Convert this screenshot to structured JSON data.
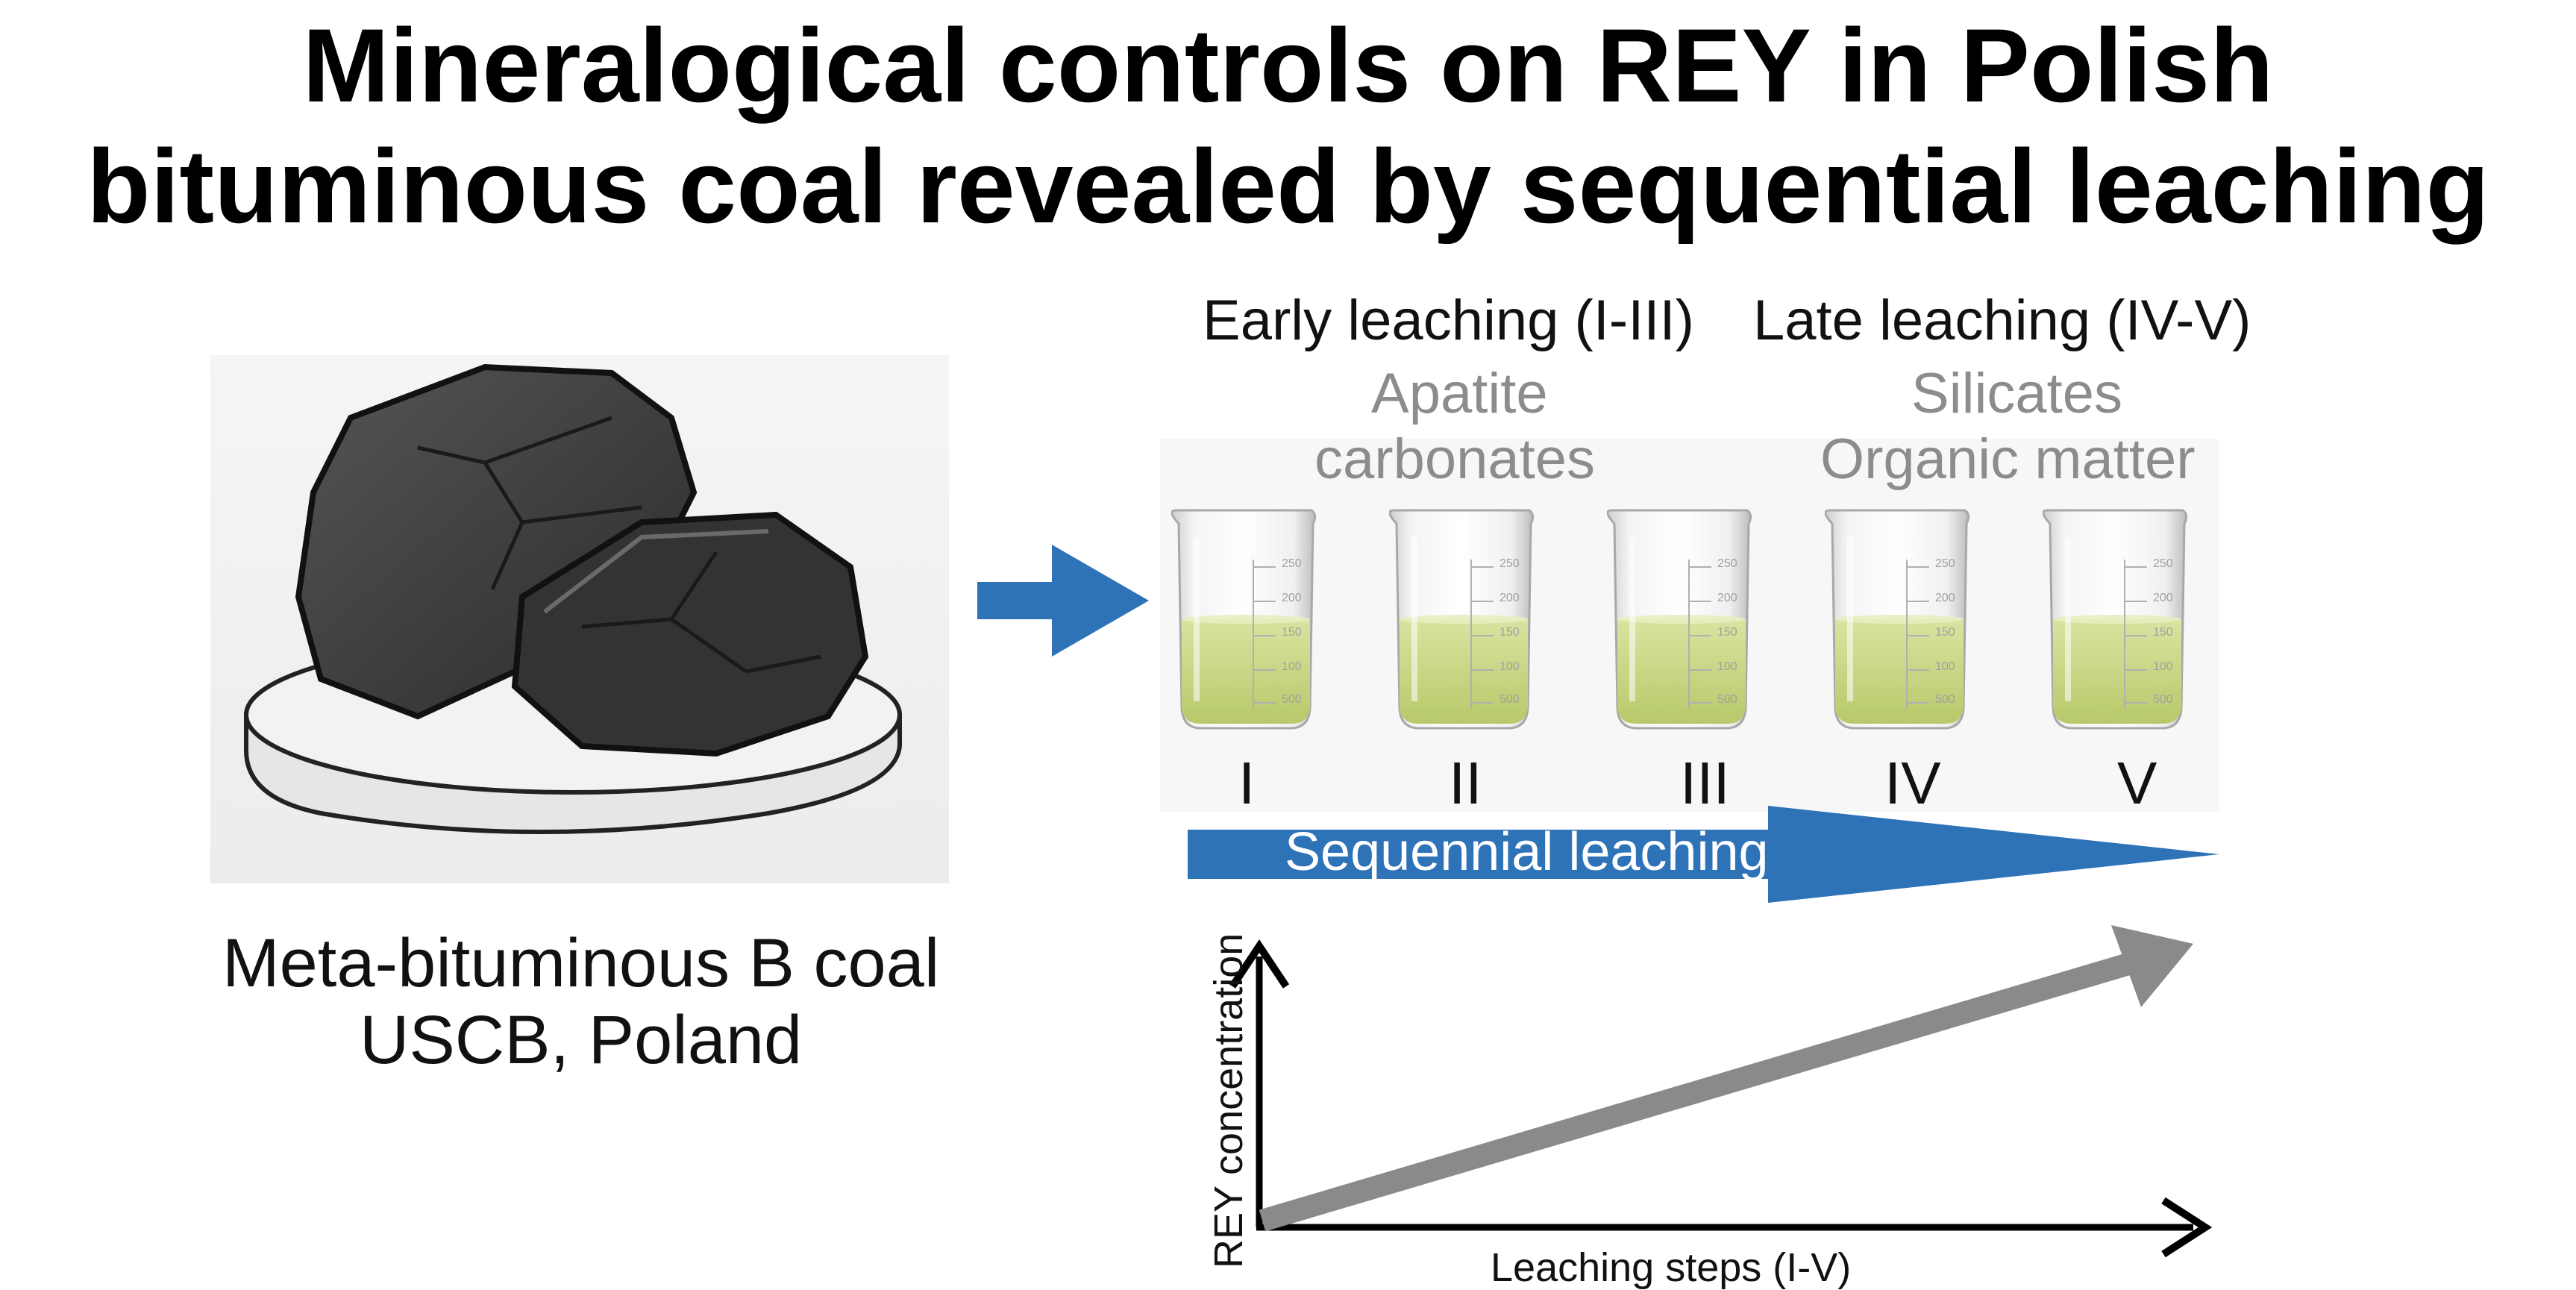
{
  "title": {
    "line1": "Mineralogical controls on REY in Polish",
    "line2": "bituminous coal revealed by sequential leaching"
  },
  "sample": {
    "line1": "Meta-bituminous B coal",
    "line2": "USCB, Poland"
  },
  "phases": {
    "early_label": "Early leaching (I-III)",
    "late_label": "Late leaching (IV-V)",
    "early_min1": "Apatite",
    "early_min2": "carbonates",
    "late_min1": "Silicates",
    "late_min2": "Organic matter"
  },
  "beakers": {
    "steps": [
      "I",
      "II",
      "III",
      "IV",
      "V"
    ],
    "scale_marks": [
      "250",
      "200",
      "150",
      "100",
      "500"
    ]
  },
  "sequence_arrow_label": "Sequennial leaching",
  "graph": {
    "y_label": "REY concentration",
    "x_label": "Leaching steps (I-V)"
  },
  "colors": {
    "accent_blue": "#2e73b8",
    "trend_gray": "#8a8a8a",
    "liquid": "#c9d98a",
    "coal": "#3a3a3a"
  }
}
